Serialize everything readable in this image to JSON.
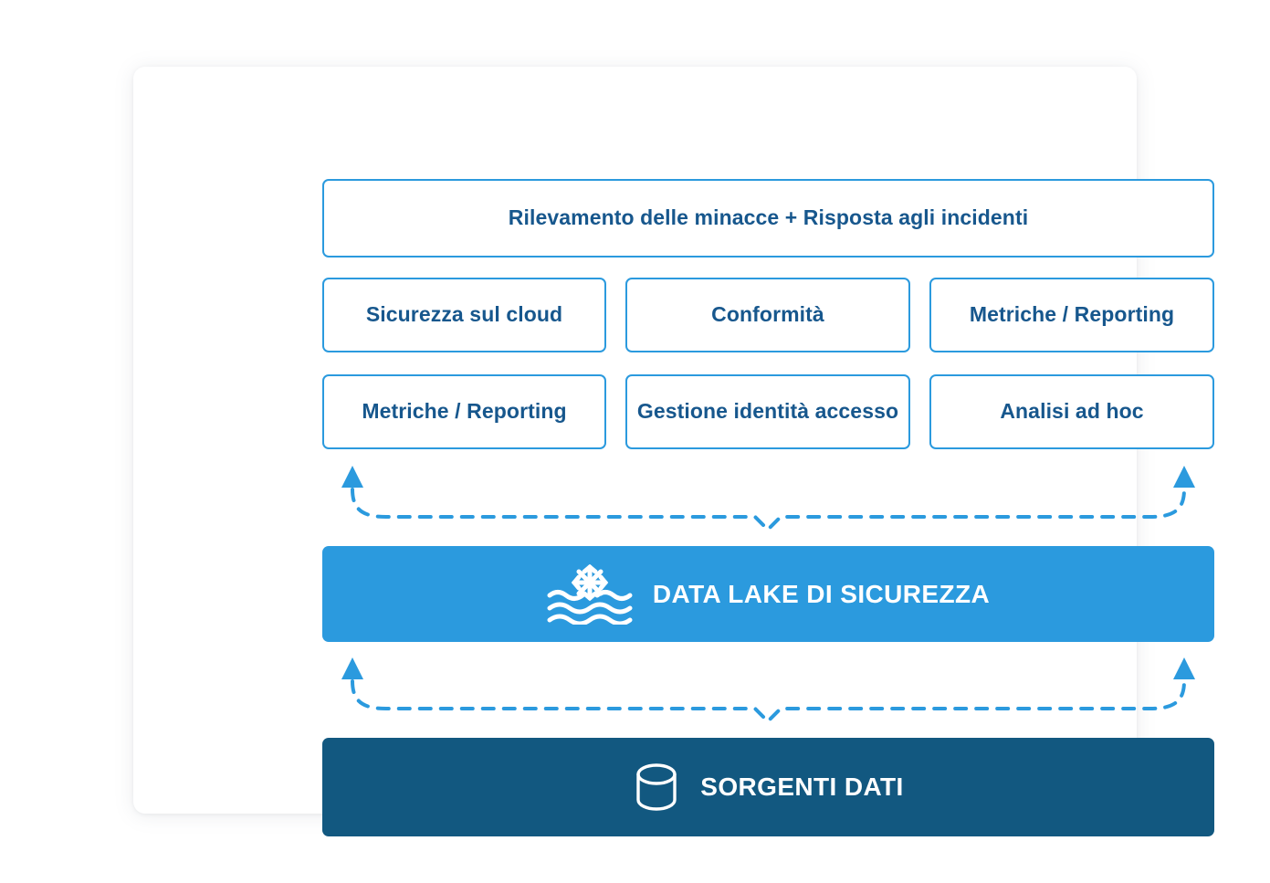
{
  "diagram": {
    "type": "layered-architecture",
    "title_box": {
      "label": "Rilevamento delle minacce + Risposta agli incidenti"
    },
    "capability_rows": [
      {
        "cells": [
          {
            "label": "Sicurezza sul cloud"
          },
          {
            "label": "Conformità"
          },
          {
            "label": "Metriche / Reporting"
          }
        ]
      },
      {
        "cells": [
          {
            "label": "Metriche / Reporting"
          },
          {
            "label": "Gestione identità accesso"
          },
          {
            "label": "Analisi ad hoc"
          }
        ]
      }
    ],
    "bars": [
      {
        "id": "data-lake",
        "label": "DATA LAKE DI SICUREZZA",
        "icon": "snowflake-waves-icon",
        "background": "#2b9ade",
        "text_color": "#ffffff"
      },
      {
        "id": "data-sources",
        "label": "SORGENTI DATI",
        "icon": "database-cylinder-icon",
        "background": "#125880",
        "text_color": "#105880"
      }
    ],
    "connectors": [
      {
        "id": "capabilities-to-lake",
        "style": "dashed",
        "arrows": "both-ends-up",
        "color": "#2b9ade"
      },
      {
        "id": "lake-to-sources",
        "style": "dashed",
        "arrows": "both-ends-up",
        "color": "#2b9ade"
      }
    ],
    "colors": {
      "accent_blue": "#2b9ade",
      "dark_blue": "#125880",
      "box_text": "#17578d",
      "card_background": "#ffffff",
      "page_background": "#ffffff"
    }
  }
}
